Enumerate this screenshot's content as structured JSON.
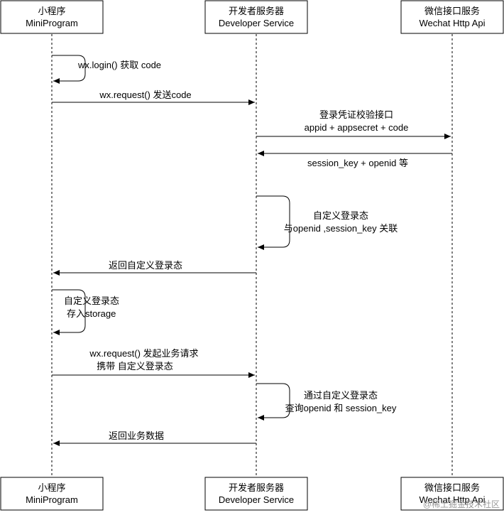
{
  "participants": [
    {
      "cn": "小程序",
      "en": "MiniProgram"
    },
    {
      "cn": "开发者服务器",
      "en": "Developer Service"
    },
    {
      "cn": "微信接口服务",
      "en": "Wechat Http Api"
    }
  ],
  "messages": [
    {
      "lines": [
        "wx.login() 获取 code"
      ]
    },
    {
      "lines": [
        "wx.request() 发送code"
      ]
    },
    {
      "lines": [
        "登录凭证校验接口",
        "appid + appsecret + code"
      ]
    },
    {
      "lines": [
        "session_key + openid 等"
      ]
    },
    {
      "lines": [
        "自定义登录态",
        "与openid ,session_key 关联"
      ]
    },
    {
      "lines": [
        "返回自定义登录态"
      ]
    },
    {
      "lines": [
        "自定义登录态",
        "存入storage"
      ]
    },
    {
      "lines": [
        "wx.request() 发起业务请求",
        "携带 自定义登录态"
      ]
    },
    {
      "lines": [
        "通过自定义登录态",
        "查询openid 和 session_key"
      ]
    },
    {
      "lines": [
        "返回业务数据"
      ]
    }
  ],
  "watermark": "@稀土掘金技术社区"
}
